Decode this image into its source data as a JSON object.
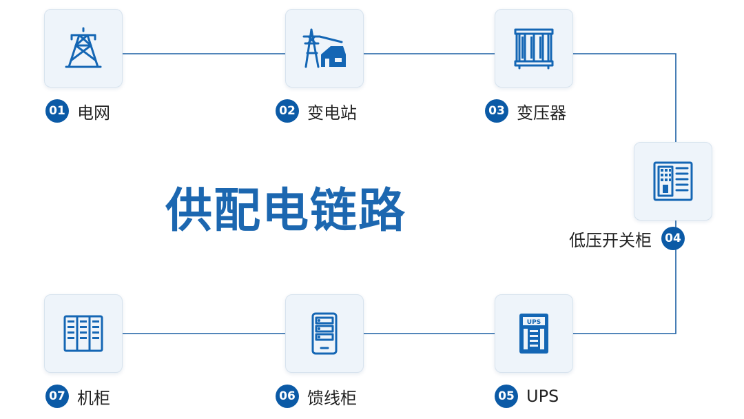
{
  "title": "供配电链路",
  "colors": {
    "accent": "#1466b4",
    "badge": "#0b5aa6",
    "card_bg": "#eef4fa",
    "line": "#1a5ea3",
    "title": "#1c67b0"
  },
  "steps": [
    {
      "num": "01",
      "label": "电网",
      "icon": "power-tower-icon"
    },
    {
      "num": "02",
      "label": "变电站",
      "icon": "substation-icon"
    },
    {
      "num": "03",
      "label": "变压器",
      "icon": "transformer-icon"
    },
    {
      "num": "04",
      "label": "低压开关柜",
      "icon": "switchgear-cabinet-icon"
    },
    {
      "num": "05",
      "label": "UPS",
      "icon": "ups-icon",
      "icon_text": "UPS"
    },
    {
      "num": "06",
      "label": "馈线柜",
      "icon": "feeder-cabinet-icon"
    },
    {
      "num": "07",
      "label": "机柜",
      "icon": "server-rack-icon"
    }
  ]
}
